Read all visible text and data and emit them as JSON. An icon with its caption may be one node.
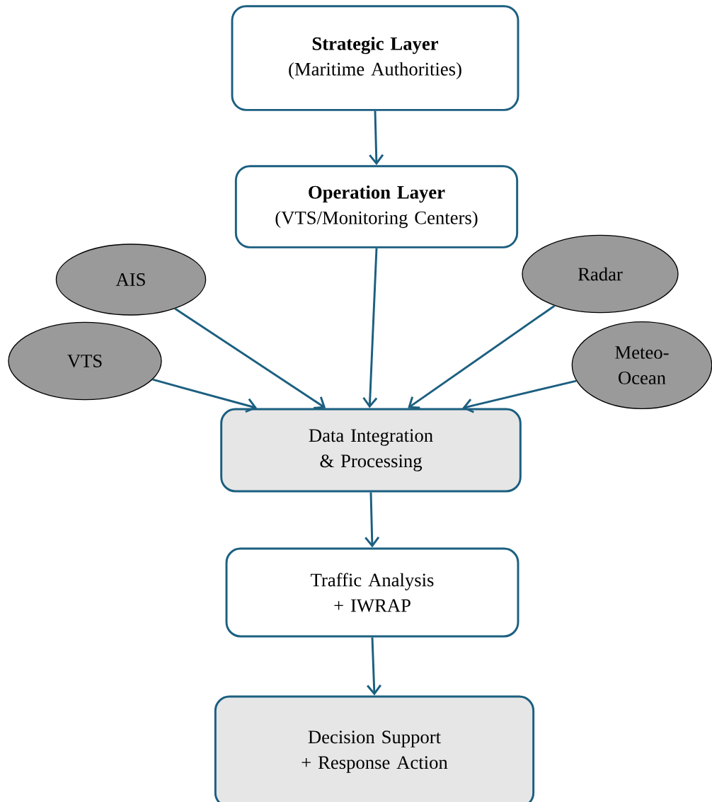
{
  "diagram": {
    "nodes": [
      {
        "text": [
          "Strategic Layer",
          "(Maritime Authorities)"
        ]
      },
      {
        "text": [
          "Operation Layer",
          "(VTS/Monitoring Centers)"
        ]
      },
      {
        "text": [
          "AIS"
        ]
      },
      {
        "text": [
          "Radar"
        ]
      },
      {
        "text": [
          "VTS"
        ]
      },
      {
        "text": [
          "Meteo-Ocean"
        ]
      },
      {
        "text": [
          "Data Integration & Processing"
        ]
      },
      {
        "text": [
          "Traffic Analysis + IWRAP"
        ]
      },
      {
        "text": [
          "Decision Support + Response Action"
        ]
      }
    ],
    "edges": [
      {
        "from": 0,
        "to": 1,
        "arrow": "to"
      },
      {
        "from": 1,
        "to": 6,
        "arrow": "to"
      },
      {
        "from": 2,
        "to": 6,
        "arrow": "to"
      },
      {
        "from": 3,
        "to": 6,
        "arrow": "to"
      },
      {
        "from": 4,
        "to": 6,
        "arrow": "to"
      },
      {
        "from": 5,
        "to": 6,
        "arrow": "to"
      },
      {
        "from": 6,
        "to": 7,
        "arrow": "to"
      },
      {
        "from": 7,
        "to": 8,
        "arrow": "to"
      }
    ]
  }
}
